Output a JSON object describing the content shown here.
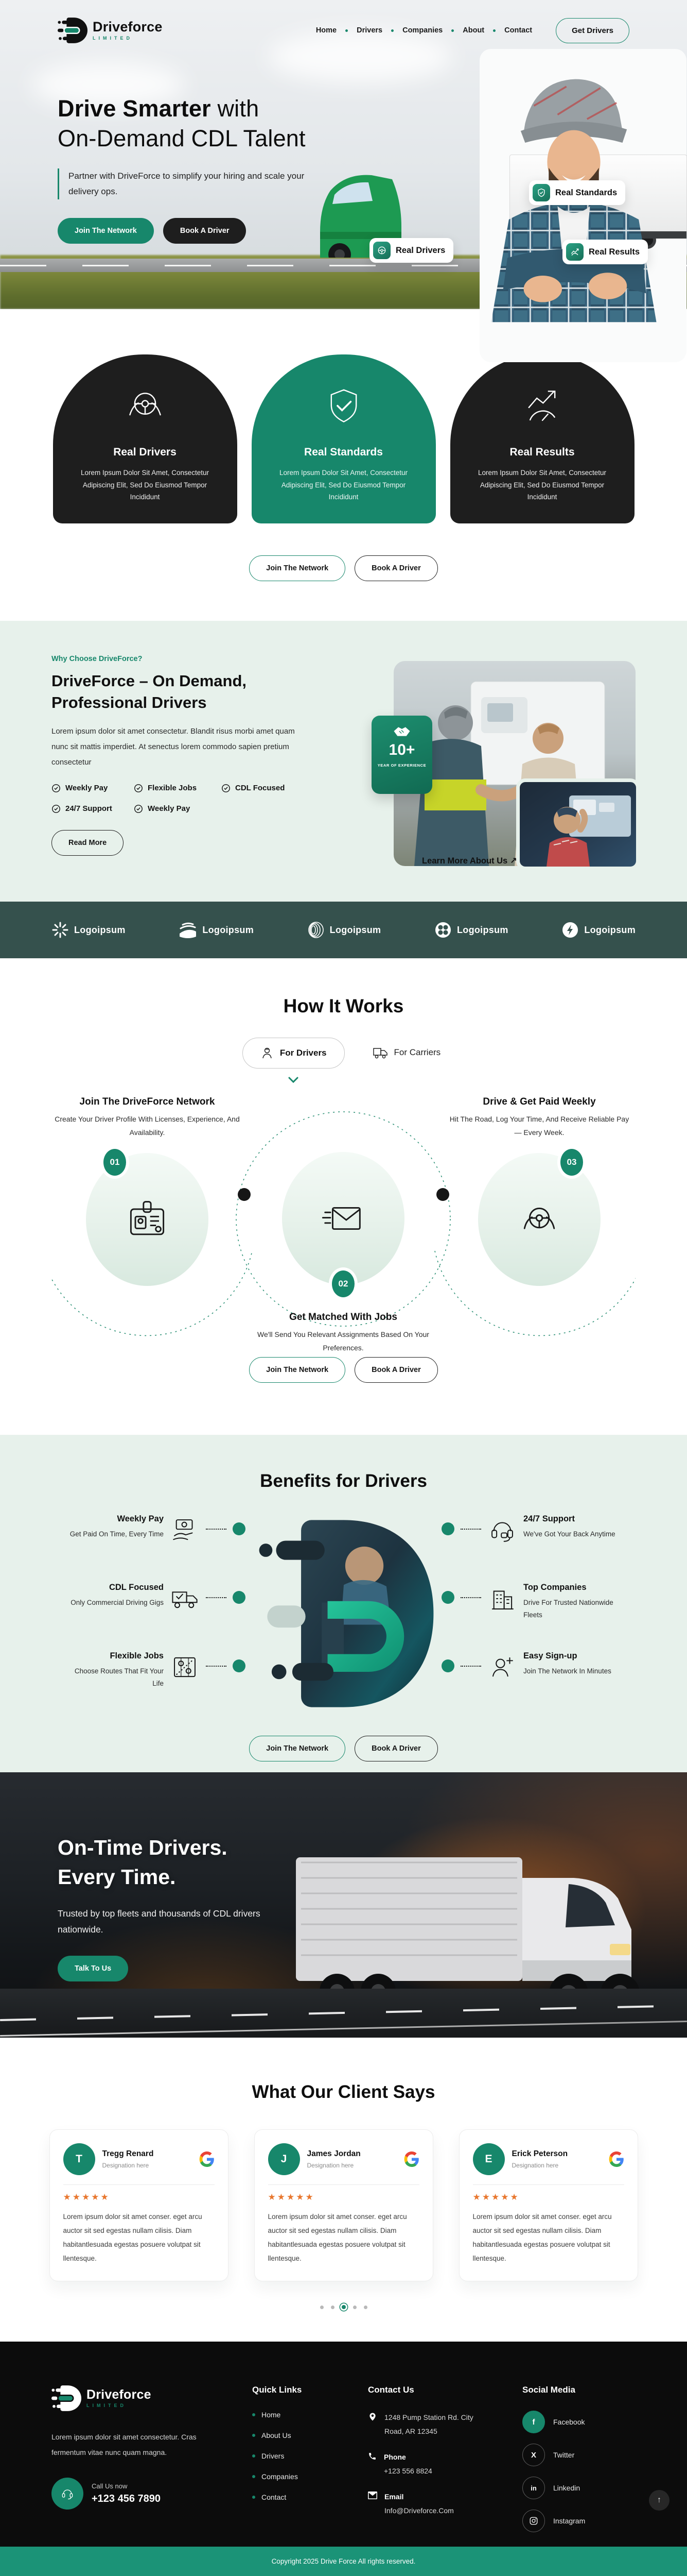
{
  "colors": {
    "accent": "#17876B",
    "dark": "#1E1E1E",
    "section_bg": "#E7F1EB",
    "strip_bg": "#35514D",
    "star": "#E8772E",
    "copyright_bg": "#1B9377"
  },
  "header": {
    "brand": "Driveforce",
    "brand_sub": "LIMITED",
    "nav": [
      {
        "label": "Home"
      },
      {
        "label": "Drivers"
      },
      {
        "label": "Companies"
      },
      {
        "label": "About"
      },
      {
        "label": "Contact"
      }
    ],
    "cta": "Get Drivers"
  },
  "hero": {
    "title_bold": "Drive Smarter",
    "title_rest": " with",
    "title_line2": "On-Demand CDL Talent",
    "subtitle": "Partner with DriveForce to simplify your hiring and scale your delivery ops.",
    "btn_primary": "Join The Network",
    "btn_secondary": "Book A Driver",
    "badges": [
      {
        "label": "Real Drivers"
      },
      {
        "label": "Real Standards"
      },
      {
        "label": "Real Results"
      }
    ]
  },
  "value_cards": {
    "items": [
      {
        "title": "Real Drivers",
        "text": "Lorem Ipsum Dolor Sit Amet, Consectetur Adipiscing Elit, Sed Do Eiusmod Tempor Incididunt"
      },
      {
        "title": "Real Standards",
        "text": "Lorem Ipsum Dolor Sit Amet, Consectetur Adipiscing Elit, Sed Do Eiusmod Tempor Incididunt"
      },
      {
        "title": "Real Results",
        "text": "Lorem Ipsum Dolor Sit Amet, Consectetur Adipiscing Elit, Sed Do Eiusmod Tempor Incididunt"
      }
    ],
    "btn_primary": "Join The Network",
    "btn_secondary": "Book A Driver"
  },
  "why": {
    "eyebrow": "Why Choose DriveForce?",
    "title": "DriveForce – On Demand, Professional Drivers",
    "body": "Lorem ipsum dolor sit amet consectetur. Blandit risus morbi amet quam nunc sit mattis imperdiet. At senectus lorem commodo sapien pretium consectetur",
    "checklist": [
      "Weekly Pay",
      "Flexible Jobs",
      "CDL Focused",
      "24/7 Support",
      "Weekly Pay"
    ],
    "btn": "Read More",
    "badge_number": "10+",
    "badge_label": "YEAR OF EXPERIENCE",
    "link": "Learn More About Us ↗"
  },
  "logo_strip": {
    "label": "Logoipsum"
  },
  "how": {
    "title": "How It Works",
    "tab_drivers": "For Drivers",
    "tab_carriers": "For Carriers",
    "steps": [
      {
        "num": "01",
        "title": "Join The DriveForce Network",
        "desc": "Create Your Driver Profile With Licenses, Experience, And Availability."
      },
      {
        "num": "02",
        "title": "Get Matched With Jobs",
        "desc": "We'll Send You Relevant Assignments Based On Your Preferences."
      },
      {
        "num": "03",
        "title": "Drive & Get Paid Weekly",
        "desc": "Hit The Road, Log Your Time, And Receive Reliable Pay — Every Week."
      }
    ],
    "btn_primary": "Join The Network",
    "btn_secondary": "Book A Driver"
  },
  "benefits": {
    "title": "Benefits for Drivers",
    "items": [
      {
        "title": "Weekly Pay",
        "desc": "Get Paid On Time, Every Time"
      },
      {
        "title": "CDL Focused",
        "desc": "Only Commercial Driving Gigs"
      },
      {
        "title": "Flexible Jobs",
        "desc": "Choose Routes That Fit Your Life"
      },
      {
        "title": "24/7 Support",
        "desc": "We've Got Your Back Anytime"
      },
      {
        "title": "Top Companies",
        "desc": "Drive For Trusted Nationwide Fleets"
      },
      {
        "title": "Easy Sign-up",
        "desc": "Join The Network In Minutes"
      }
    ],
    "btn_primary": "Join The Network",
    "btn_secondary": "Book A Driver"
  },
  "cta": {
    "title_line1": "On-Time Drivers.",
    "title_line2": "Every Time.",
    "subtitle": "Trusted by top fleets and thousands of CDL drivers nationwide.",
    "btn": "Talk To Us"
  },
  "testimonials": {
    "title": "What Our Client Says",
    "stars": "★★★★★",
    "review": "Lorem ipsum dolor sit amet conser. eget arcu auctor sit sed egestas nullam cilisis. Diam habitantlesuada egestas posuere volutpat sit llentesque.",
    "cards": [
      {
        "initial": "T",
        "name": "Tregg Renard",
        "designation": "Designation here"
      },
      {
        "initial": "J",
        "name": "James Jordan",
        "designation": "Designation here"
      },
      {
        "initial": "E",
        "name": "Erick Peterson",
        "designation": "Designation here"
      }
    ]
  },
  "footer": {
    "brand": "Driveforce",
    "brand_sub": "LIMITED",
    "about": "Lorem ipsum dolor sit amet consectetur. Cras fermentum vitae nunc quam magna.",
    "call_label": "Call Us now",
    "call_number": "+123 456 7890",
    "quick_links_title": "Quick Links",
    "quick_links": [
      "Home",
      "About Us",
      "Drivers",
      "Companies",
      "Contact"
    ],
    "contact_title": "Contact Us",
    "address": "1248 Pump Station Rd. City Road, AR 12345",
    "phone_label": "Phone",
    "phone": "+123 556 8824",
    "email_label": "Email",
    "email": "Info@Driveforce.Com",
    "social_title": "Social Media",
    "socials": [
      "Facebook",
      "Twitter",
      "Linkedin",
      "Instagram"
    ],
    "copyright": "Copyright 2025 Drive Force All rights reserved."
  }
}
